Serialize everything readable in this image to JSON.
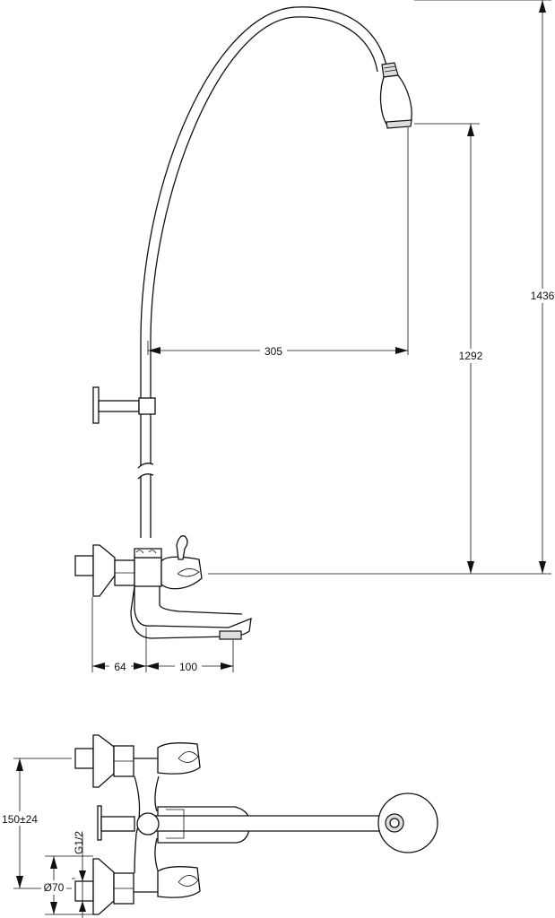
{
  "drawing": {
    "dimensions": {
      "total_height": "1436",
      "shower_head_height": "1292",
      "shower_reach": "305",
      "wall_to_axis": "64",
      "spout_reach": "100",
      "inlet_spacing": "150±24",
      "thread": "G1/2",
      "escutcheon_diameter": "Ø70"
    }
  }
}
